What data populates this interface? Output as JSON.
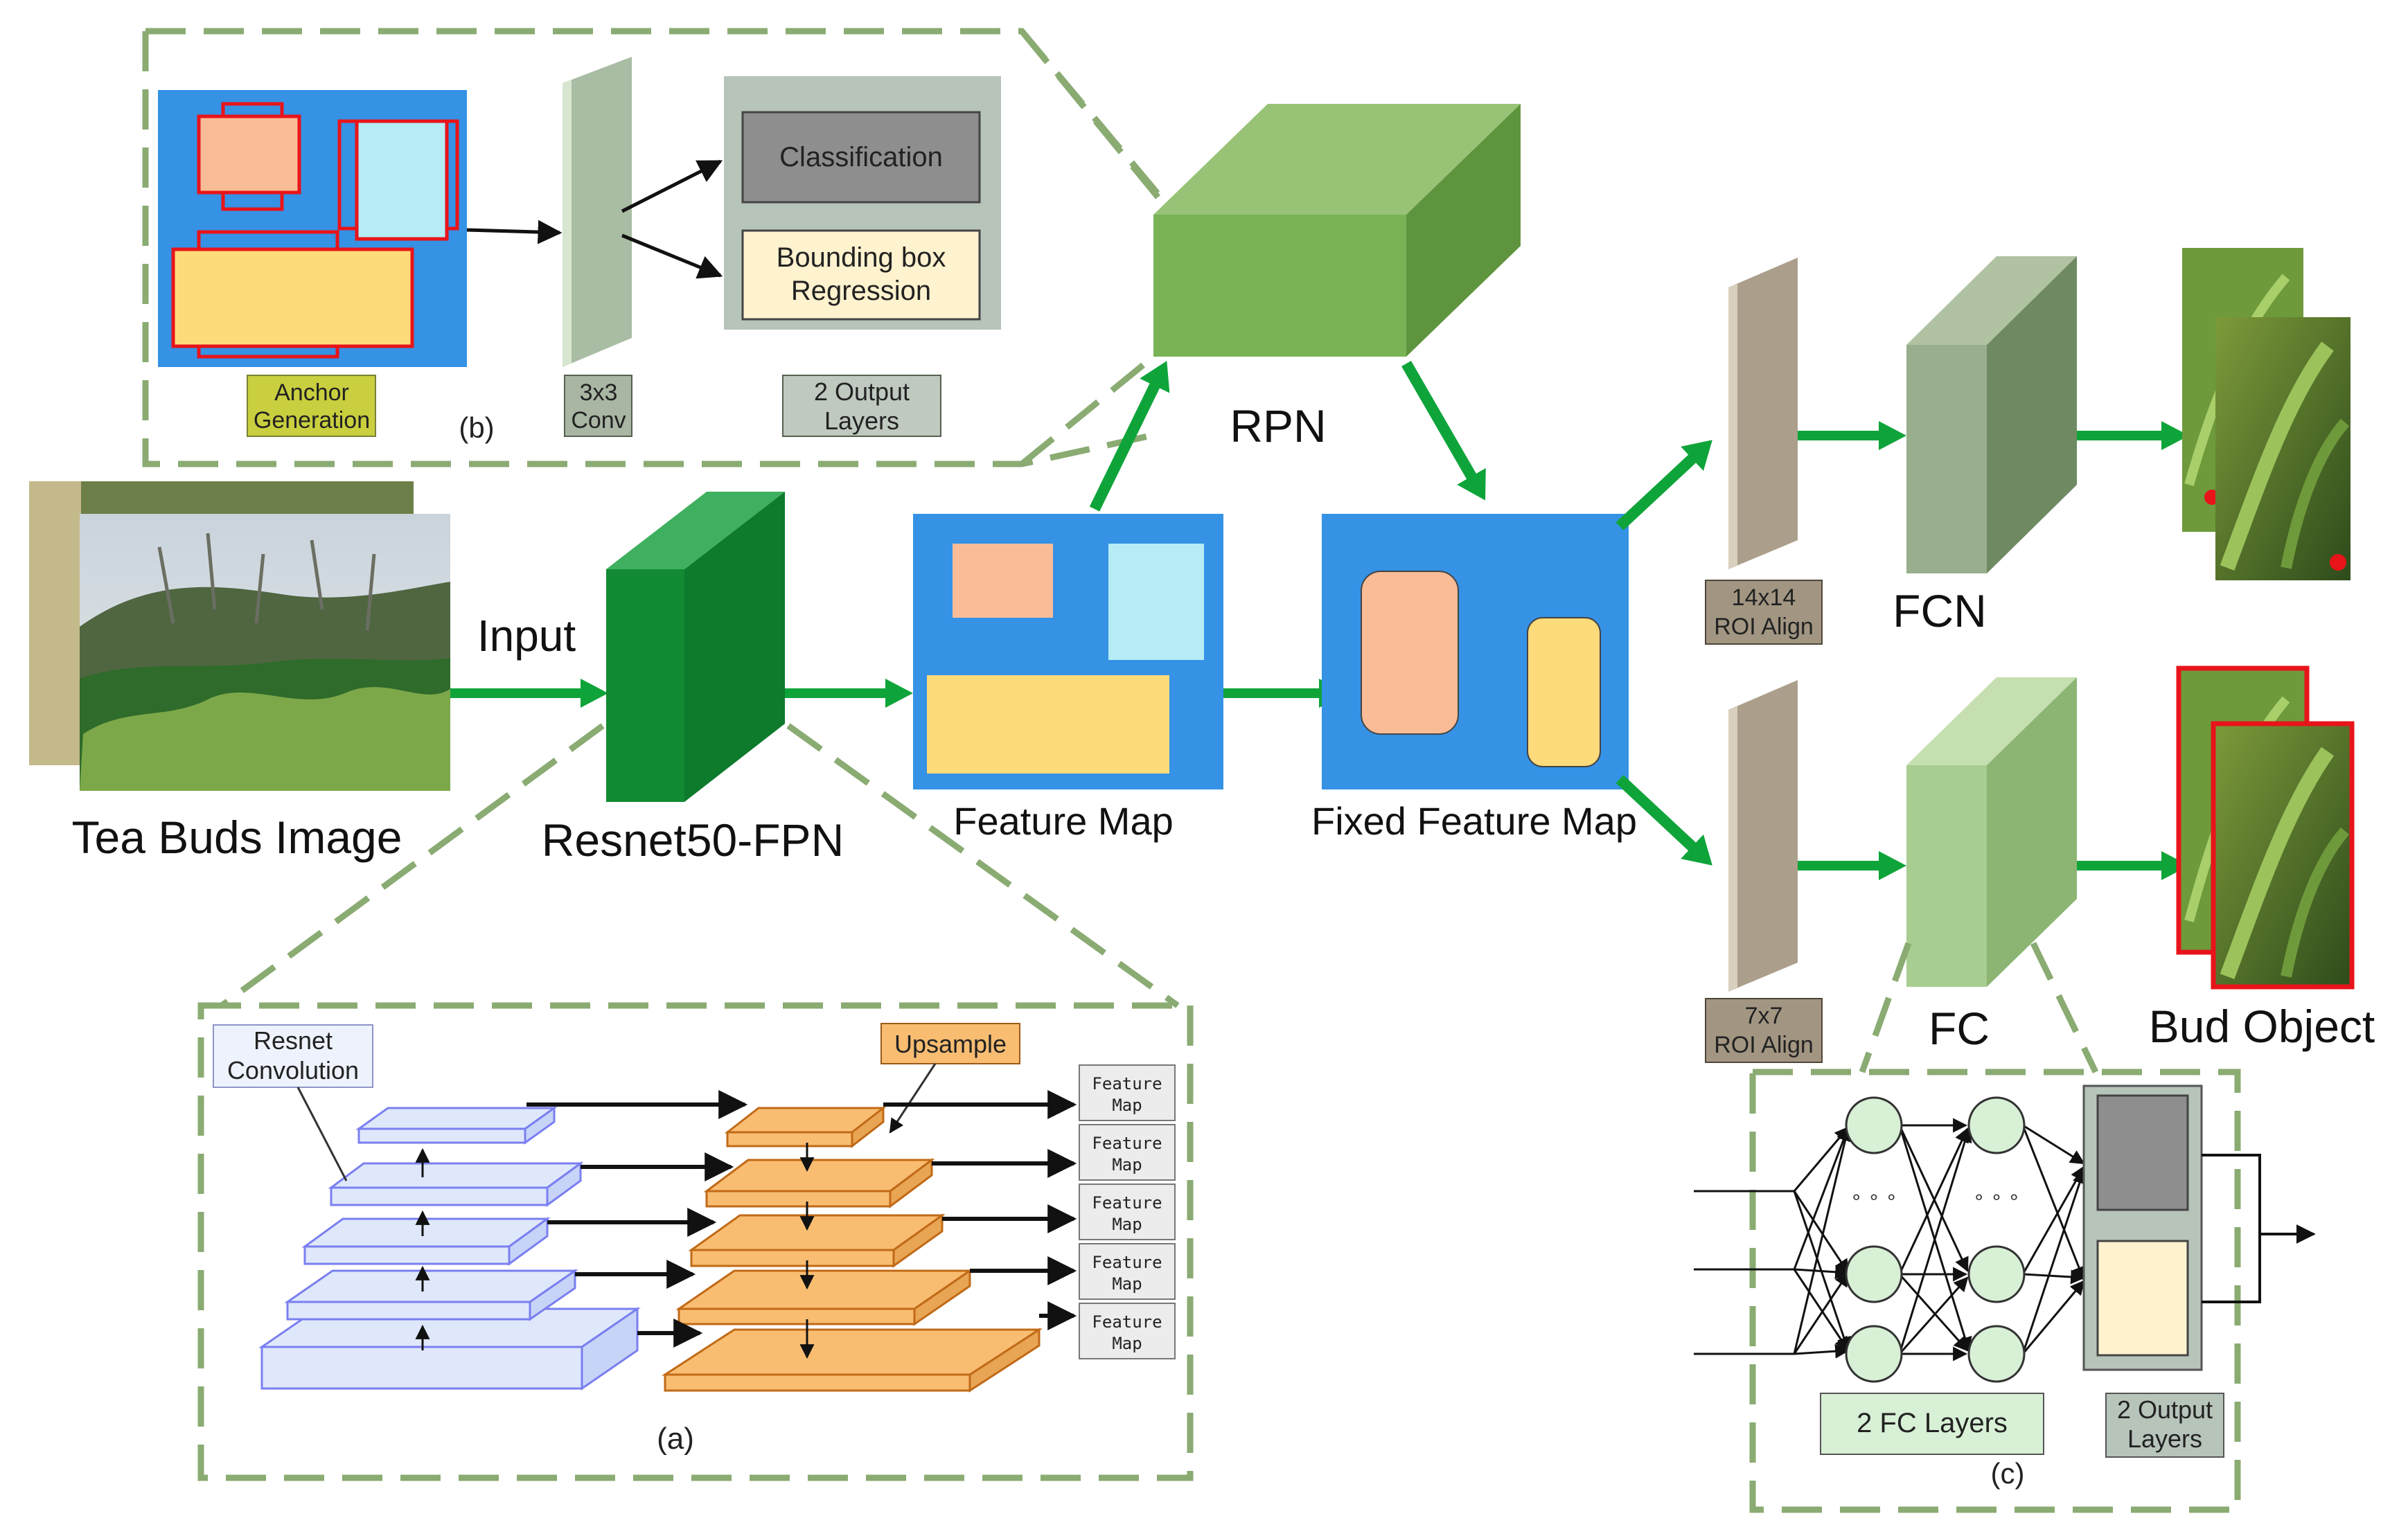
{
  "labels": {
    "tea_buds_image": "Tea Buds Image",
    "input": "Input",
    "resnet": "Resnet50-FPN",
    "feature_map": "Feature Map",
    "rpn": "RPN",
    "fixed_feature_map": "Fixed Feature Map",
    "roi14_line1": "14x14",
    "roi14_line2": "ROI Align",
    "roi7_line1": "7x7",
    "roi7_line2": "ROI Align",
    "fcn": "FCN",
    "fc": "FC",
    "bud_object": "Bud Object"
  },
  "panel_b": {
    "tag": "(b)",
    "anchor_line1": "Anchor",
    "anchor_line2": "Generation",
    "conv_line1": "3x3",
    "conv_line2": "Conv",
    "output_line1": "2 Output",
    "output_line2": "Layers",
    "classification": "Classification",
    "bbox_line1": "Bounding box",
    "bbox_line2": "Regression"
  },
  "panel_a": {
    "tag": "(a)",
    "resnet_line1": "Resnet",
    "resnet_line2": "Convolution",
    "upsample": "Upsample",
    "fm_line1": "Feature",
    "fm_line2": "Map"
  },
  "panel_c": {
    "tag": "(c)",
    "fc_layers": "2 FC Layers",
    "output_line1": "2 Output",
    "output_line2": "Layers",
    "dots": "∘ ∘ ∘"
  },
  "colors": {
    "arrow_green": "#0fa43a",
    "blue": "#3592e5",
    "peach": "#f9bc97",
    "light_cyan": "#b5ecf6",
    "yellow": "#fddb7a",
    "dashed_green": "#8aab72",
    "rpn_green": "#79b356",
    "resnet_green": "#118a33",
    "orange": "#f9bd72",
    "lavender": "#dfe8fb"
  }
}
